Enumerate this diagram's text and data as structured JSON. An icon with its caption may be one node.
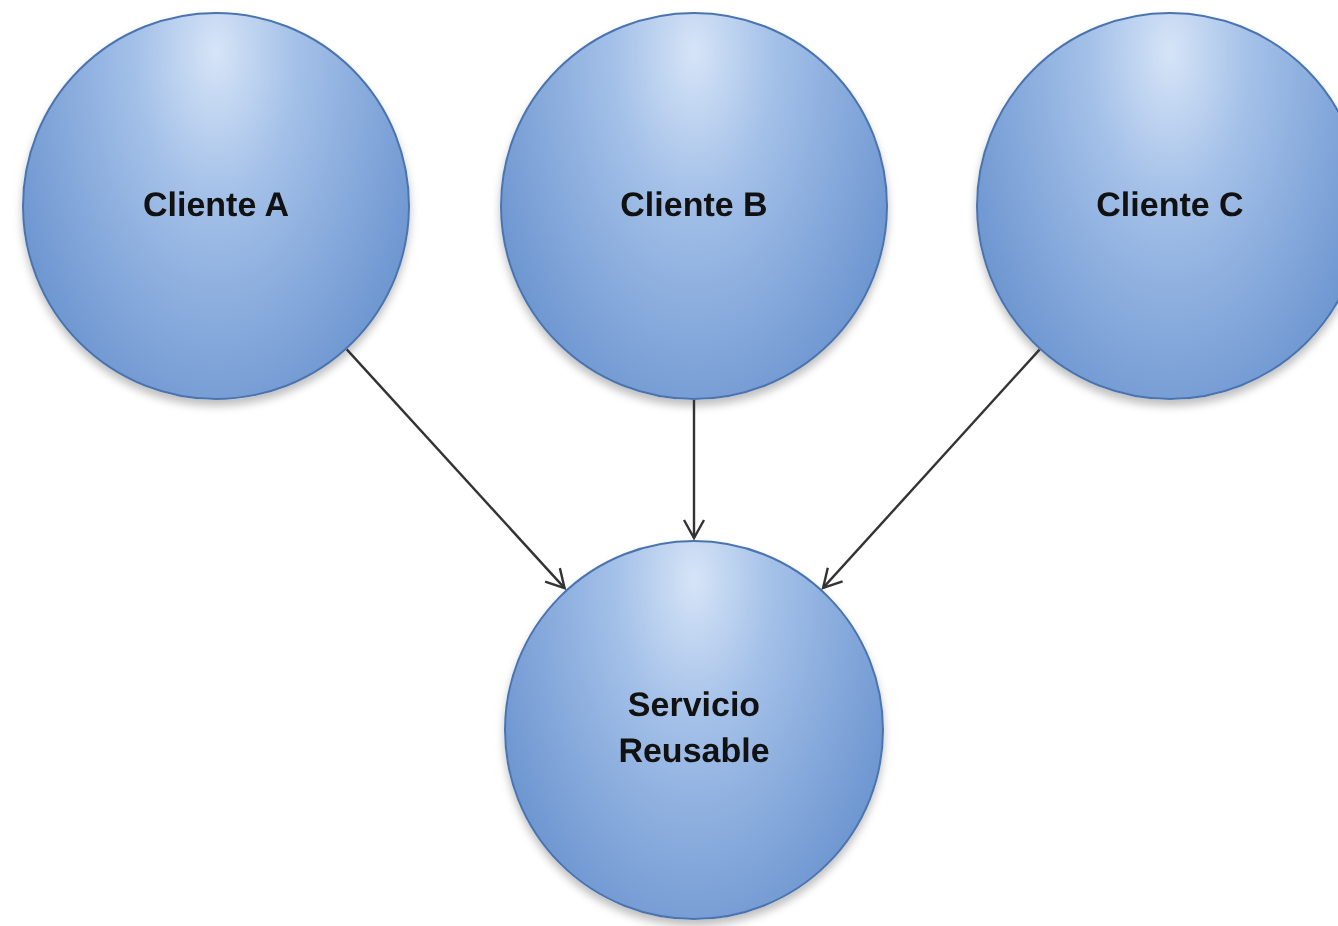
{
  "diagram": {
    "nodes": [
      {
        "text": [
          "Cliente A"
        ]
      },
      {
        "text": [
          "Cliente B"
        ]
      },
      {
        "text": [
          "Cliente C"
        ]
      },
      {
        "text": [
          "Servicio Reusable"
        ]
      }
    ],
    "edges": [
      {
        "from": 0,
        "to": 3,
        "arrow": "to"
      },
      {
        "from": 1,
        "to": 3,
        "arrow": "to"
      },
      {
        "from": 2,
        "to": 3,
        "arrow": "to"
      }
    ]
  }
}
